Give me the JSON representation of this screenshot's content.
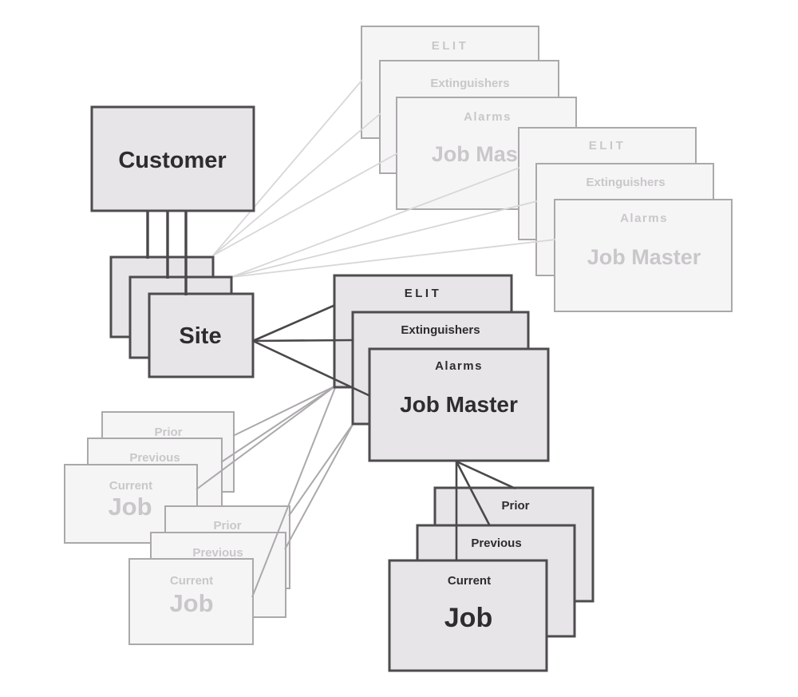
{
  "diagram": {
    "labels": {
      "customer": "Customer",
      "site": "Site",
      "elit": "ELIT",
      "extinguishers": "Extinguishers",
      "alarms": "Alarms",
      "job_master": "Job Master",
      "prior": "Prior",
      "previous": "Previous",
      "current": "Current",
      "job": "Job"
    },
    "stacks": {
      "site_stack": {
        "style": "solid",
        "box_count": 3,
        "front_label": "Site"
      },
      "job_master_main": {
        "style": "solid",
        "layers": [
          "ELIT",
          "Extinguishers",
          "Alarms"
        ],
        "front_label": "Job Master"
      },
      "job_main": {
        "style": "solid",
        "layers": [
          "Prior",
          "Previous",
          "Current"
        ],
        "front_label": "Job"
      },
      "job_master_faded": {
        "style": "faded",
        "count": 2,
        "layers": [
          "ELIT",
          "Extinguishers",
          "Alarms"
        ],
        "front_label": "Job Master"
      },
      "job_faded": {
        "style": "faded",
        "count": 2,
        "layers": [
          "Prior",
          "Previous",
          "Current"
        ],
        "front_label": "Job"
      }
    },
    "colors": {
      "background": "#ffffff",
      "solid_fill": "#e8e5e8",
      "solid_border": "#4e4c4e",
      "solid_text": "#2e2c2e",
      "faded_fill": "#f6f5f6",
      "faded_border": "#aba8ab",
      "faded_text": "#c9c7c9",
      "connector_dark": "#4a484a",
      "connector_light": "#d8d6d8",
      "connector_mid": "#aba9ab"
    }
  }
}
